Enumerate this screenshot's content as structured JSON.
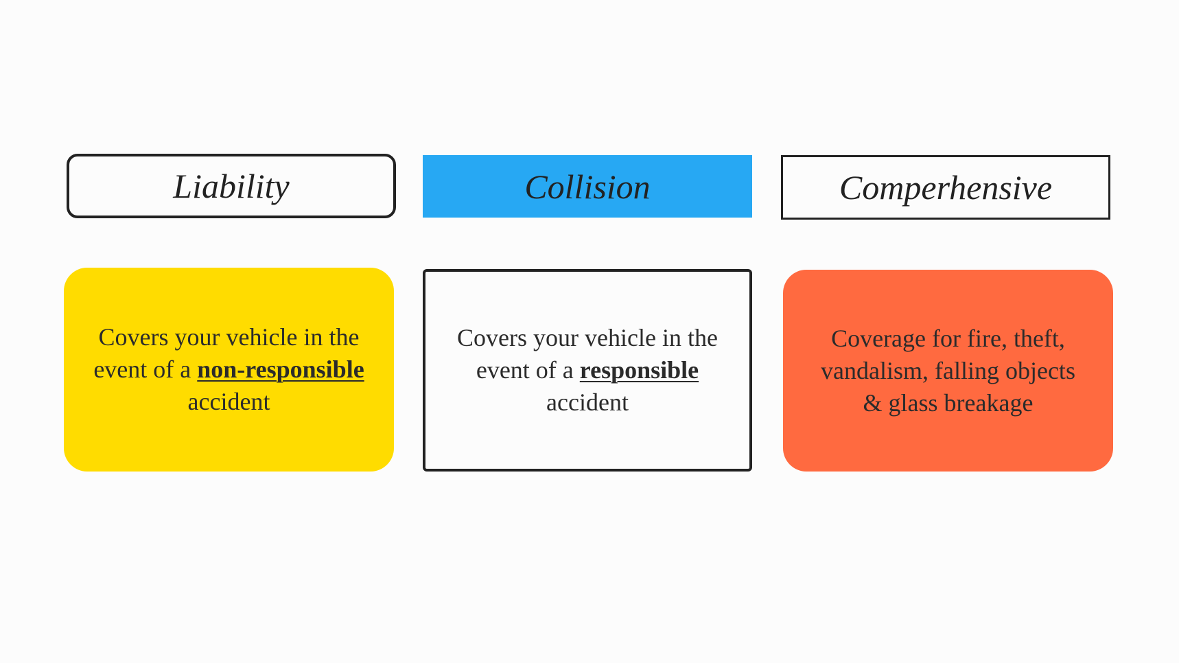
{
  "headers": {
    "liability": "Liability",
    "collision": "Collision",
    "comprehensive": "Comperhensive"
  },
  "cards": {
    "liability": {
      "text_before": "Covers your vehicle in the event of a ",
      "emphasis": "non-responsible",
      "text_after": " accident"
    },
    "collision": {
      "text_before": "Covers your vehicle in the event of a ",
      "emphasis": "responsible",
      "text_after": " accident"
    },
    "comprehensive": {
      "text": "Coverage for fire, theft, vandalism, falling objects & glass breakage"
    }
  },
  "colors": {
    "liability_card": "#ffdc00",
    "collision_header": "#27a8f3",
    "comprehensive_card": "#ff6a40",
    "border": "#222222",
    "background": "#fcfcfc"
  }
}
